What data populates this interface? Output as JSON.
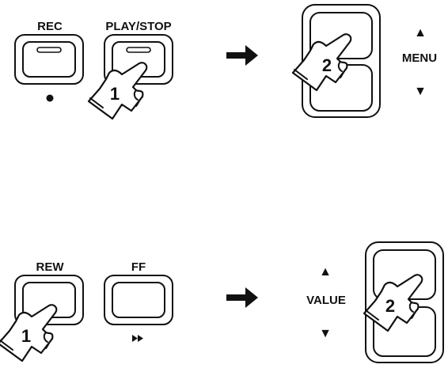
{
  "panel_1": {
    "rec_label": "REC",
    "play_stop_label": "PLAY/STOP",
    "step_play_stop": "1",
    "step_menu": "2",
    "menu_label": "MENU",
    "menu_up_symbol": "▲",
    "menu_down_symbol": "▼"
  },
  "panel_2": {
    "rew_label": "REW",
    "ff_label": "FF",
    "step_rew": "1",
    "step_value": "2",
    "value_label": "VALUE",
    "value_up_symbol": "▲",
    "value_down_symbol": "▼"
  },
  "icons": {
    "rec": "record-dot-icon",
    "ff": "fast-forward-icon",
    "arrow": "right-arrow-icon",
    "pointer": "pointing-hand-icon"
  },
  "colors": {
    "ink": "#111111",
    "background": "#ffffff"
  }
}
